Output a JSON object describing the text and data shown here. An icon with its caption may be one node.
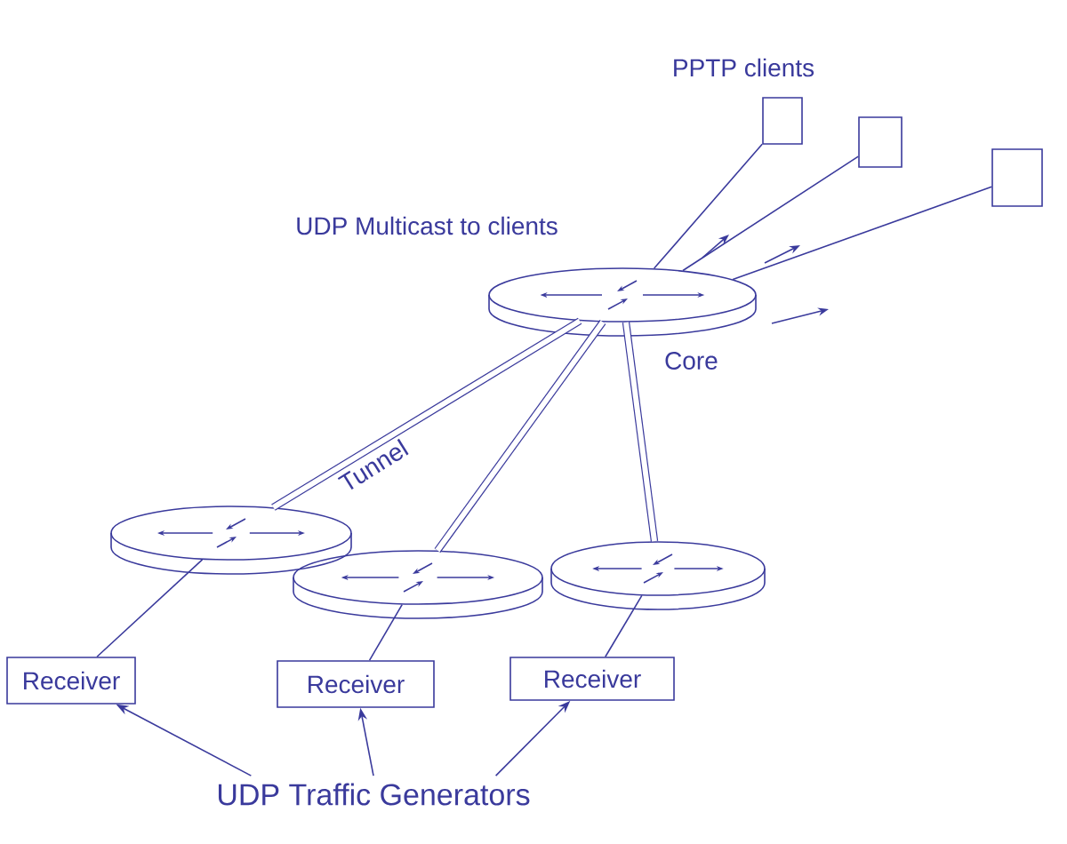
{
  "diagram": {
    "nodes": [
      {
        "text": [],
        "shape": "cylinder",
        "beside": [
          "Core"
        ]
      },
      {
        "text": [],
        "shape": "box"
      },
      {
        "text": [],
        "shape": "box"
      },
      {
        "text": [],
        "shape": "box"
      },
      {
        "text": [],
        "shape": "cylinder"
      },
      {
        "text": [],
        "shape": "cylinder"
      },
      {
        "text": [],
        "shape": "cylinder"
      },
      {
        "text": [
          "Receiver"
        ]
      },
      {
        "text": [
          "Receiver"
        ]
      },
      {
        "text": [
          "Receiver"
        ]
      },
      {
        "text": [
          "UDP Traffic Generators"
        ]
      }
    ],
    "edges": [
      {
        "from": 0,
        "to": 1,
        "arrow": "none"
      },
      {
        "from": 0,
        "to": 2,
        "arrow": "none"
      },
      {
        "from": 0,
        "to": 3,
        "arrow": "none"
      },
      {
        "from": 0,
        "to": 4,
        "arrow": "none",
        "label": "Tunnel",
        "style": "thick"
      },
      {
        "from": 0,
        "to": 5,
        "arrow": "none",
        "style": "thick"
      },
      {
        "from": 0,
        "to": 6,
        "arrow": "none",
        "style": "thick"
      },
      {
        "from": 4,
        "to": 7,
        "arrow": "none"
      },
      {
        "from": 5,
        "to": 8,
        "arrow": "none"
      },
      {
        "from": 6,
        "to": 9,
        "arrow": "none"
      },
      {
        "from": 10,
        "to": 7,
        "arrow": "to"
      },
      {
        "from": 10,
        "to": 8,
        "arrow": "to"
      },
      {
        "from": 10,
        "to": 9,
        "arrow": "to"
      }
    ],
    "labels": [
      "PPTP clients",
      "UDP Multicast to clients"
    ]
  }
}
